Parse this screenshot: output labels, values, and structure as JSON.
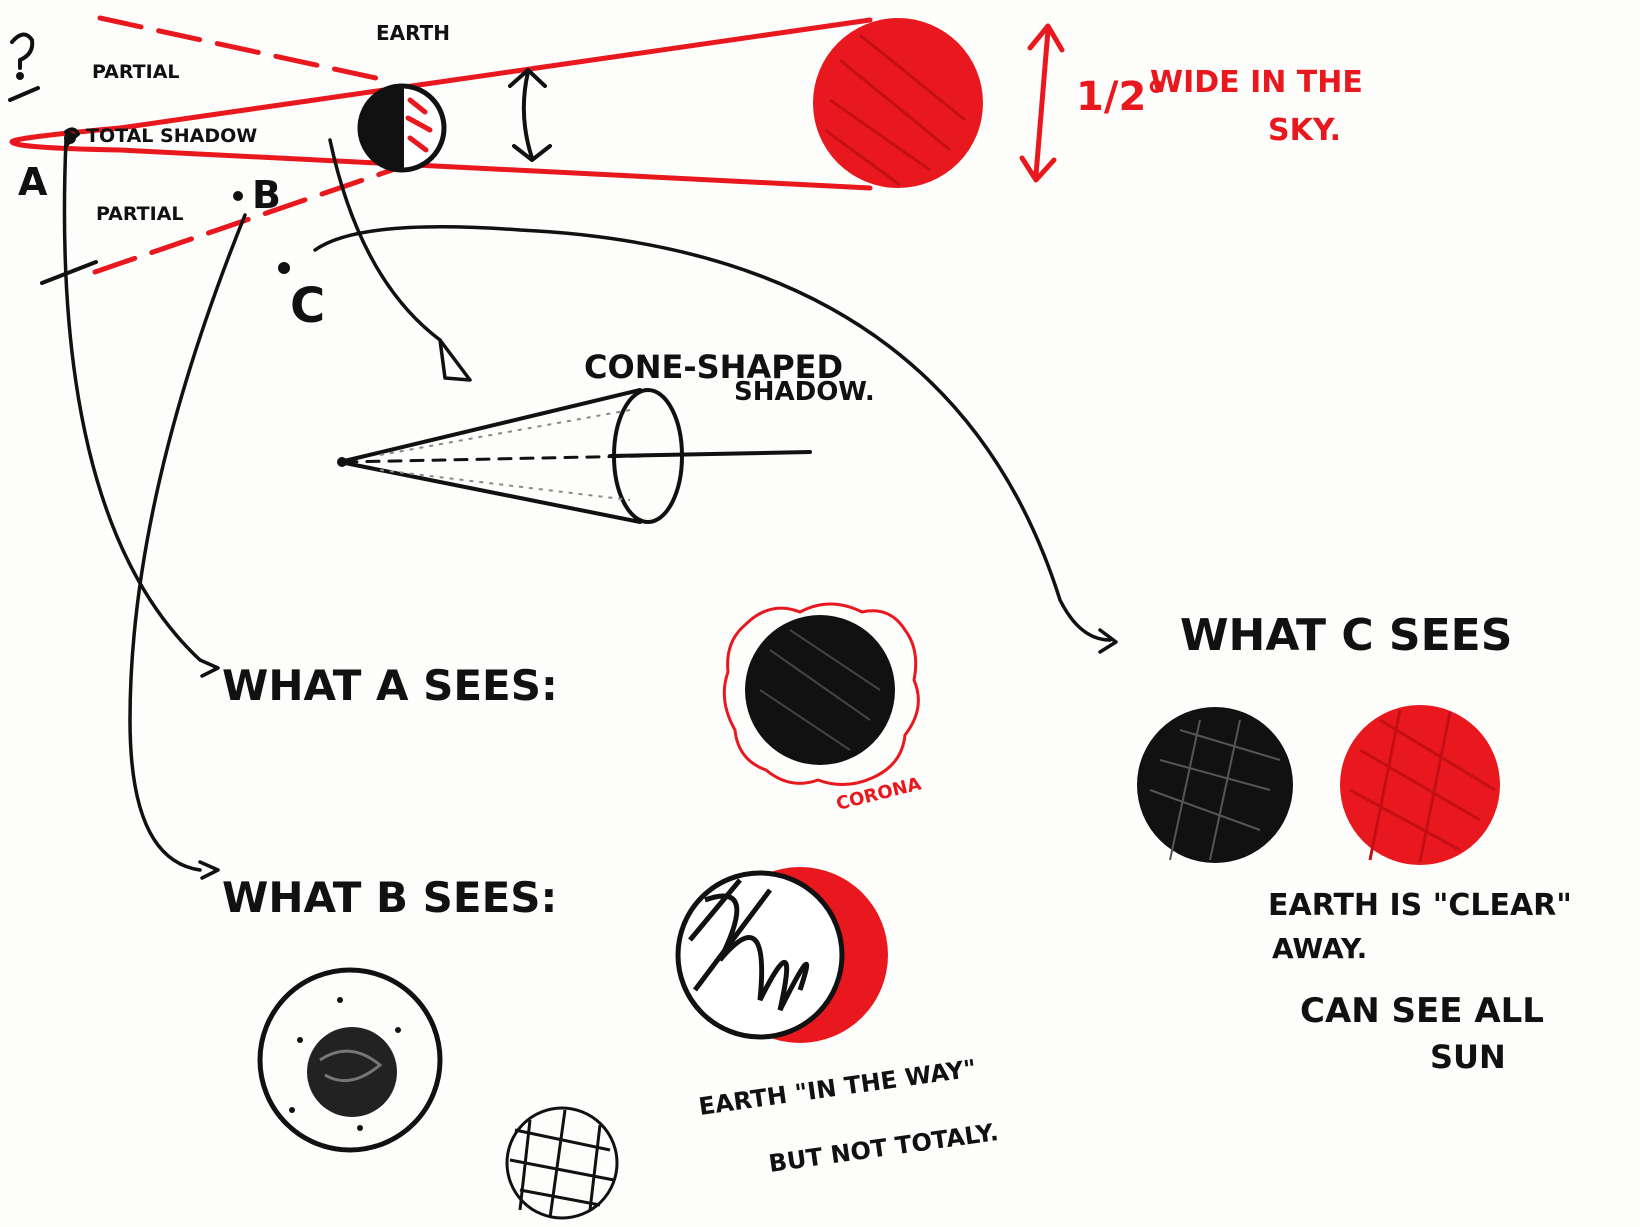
{
  "labels": {
    "earth": "EARTH",
    "partial_top": "PARTIAL",
    "total_shadow": "TOTAL SHADOW",
    "partial_bottom": "PARTIAL",
    "point_a": "A",
    "point_b": "B",
    "point_c": "C",
    "sun_size_fraction": "1/2°",
    "sun_size_text_1": "WIDE IN THE",
    "sun_size_text_2": "SKY.",
    "cone_title_1": "CONE-SHAPED",
    "cone_title_2": "SHADOW.",
    "what_a_sees": "WHAT A SEES:",
    "corona": "CORONA",
    "what_b_sees": "WHAT B SEES:",
    "b_caption_1": "EARTH \"IN THE WAY\"",
    "b_caption_2": "BUT NOT TOTALY.",
    "what_c_sees": "WHAT C SEES",
    "c_caption_1": "EARTH IS \"CLEAR\"",
    "c_caption_2": "AWAY.",
    "c_caption_3": "CAN SEE ALL",
    "c_caption_4": "SUN"
  },
  "colors": {
    "ink": "#111111",
    "sun_red": "#e8181e",
    "paper": "#fdfdfb"
  }
}
